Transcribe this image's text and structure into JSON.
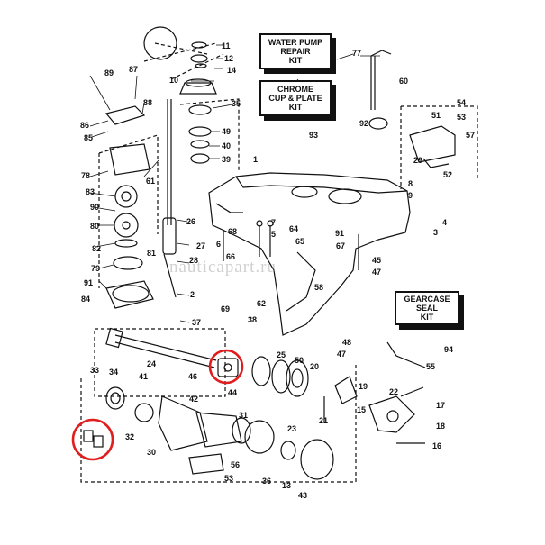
{
  "kits": {
    "water_pump": [
      "WATER PUMP",
      "REPAIR",
      "KIT"
    ],
    "chrome_cup": [
      "CHROME",
      "CUP & PLATE",
      "KIT"
    ],
    "gearcase_seal": [
      "GEARCASE",
      "SEAL",
      "KIT"
    ]
  },
  "kit_refs": {
    "water_pump": "77",
    "chrome_cup": "93",
    "gearcase_seal": "94"
  },
  "watermark": "nauticapart.ru",
  "highlight_color": "#e01e1e",
  "line_color": "#111111",
  "highlighted_parts": [
    "44",
    "33"
  ],
  "part_labels": {
    "p11": "11",
    "p12": "12",
    "p14": "14",
    "p10": "10",
    "p35": "35",
    "p49": "49",
    "p40": "40",
    "p39": "39",
    "p89": "89",
    "p87": "87",
    "p88": "88",
    "p86": "86",
    "p85": "85",
    "p78": "78",
    "p61": "61",
    "p83": "83",
    "p90": "90",
    "p26": "26",
    "p80": "80",
    "p27": "27",
    "p82": "82",
    "p81": "81",
    "p28": "28",
    "p79": "79",
    "p91a": "91",
    "p84": "84",
    "p2": "2",
    "p37": "37",
    "p1": "1",
    "p60": "60",
    "p92": "92",
    "p51": "51",
    "p54": "54",
    "p53": "53",
    "p57": "57",
    "p29": "29",
    "p52": "52",
    "p8": "8",
    "p9": "9",
    "p7": "7",
    "p68": "68",
    "p5": "5",
    "p64": "64",
    "p65": "65",
    "p6": "6",
    "p66": "66",
    "p91b": "91",
    "p67": "67",
    "p4": "4",
    "p3": "3",
    "p45": "45",
    "p47": "47",
    "p58": "58",
    "p62": "62",
    "p69": "69",
    "p38": "38",
    "p48": "48",
    "p47b": "47",
    "p24": "24",
    "p46": "46",
    "p44": "44",
    "p25": "25",
    "p50": "50",
    "p20": "20",
    "p55": "55",
    "p19": "19",
    "p21": "21",
    "p22": "22",
    "p17": "17",
    "p18": "18",
    "p15": "15",
    "p16": "16",
    "p33": "33",
    "p34": "34",
    "p41": "41",
    "p42": "42",
    "p32": "32",
    "p30": "30",
    "p31": "31",
    "p23": "23",
    "p56": "56",
    "p53b": "53",
    "p36": "36",
    "p13": "13",
    "p43": "43"
  }
}
